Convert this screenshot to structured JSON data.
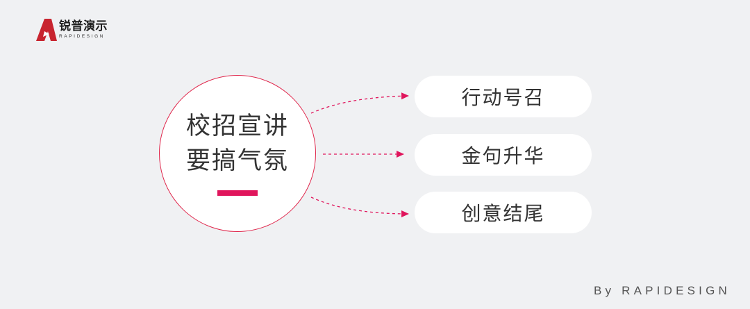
{
  "logo": {
    "cn": "锐普演示",
    "en": "RAPIDESIGN"
  },
  "center": {
    "line1": "校招宣讲",
    "line2": "要搞气氛"
  },
  "items": [
    {
      "label": "行动号召"
    },
    {
      "label": "金句升华"
    },
    {
      "label": "创意结尾"
    }
  ],
  "footer": {
    "credit": "By RAPIDESIGN"
  },
  "colors": {
    "accent": "#e0155c",
    "circle_border": "#e0264b",
    "background": "#f0f1f3"
  }
}
